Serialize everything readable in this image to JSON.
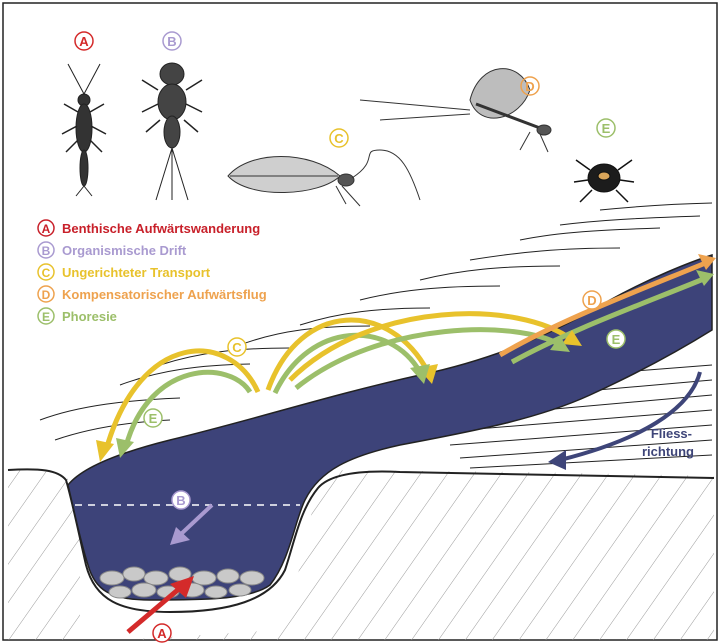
{
  "insects": {
    "a": {
      "letter": "A",
      "color": "#d42a2a"
    },
    "b": {
      "letter": "B",
      "color": "#a99ad0"
    },
    "c": {
      "letter": "C",
      "color": "#e8c22c"
    },
    "d": {
      "letter": "D",
      "color": "#eea24e"
    },
    "e": {
      "letter": "E",
      "color": "#9cbf6a"
    }
  },
  "legend": [
    {
      "letter": "A",
      "text": "Benthische Aufwärtswanderung",
      "color": "#c8202a"
    },
    {
      "letter": "B",
      "text": "Organismische Drift",
      "color": "#a99ad0"
    },
    {
      "letter": "C",
      "text": "Ungerichteter Transport",
      "color": "#e8c22c"
    },
    {
      "letter": "D",
      "text": "Kompensatorischer Aufwärtsflug",
      "color": "#eea24e"
    },
    {
      "letter": "E",
      "text": "Phoresie",
      "color": "#9cbf6a"
    }
  ],
  "flow_label": {
    "line1": "Fliess-",
    "line2": "richtung",
    "color": "#3e4579"
  },
  "colors": {
    "water": "#3d4379",
    "drift_arrow": "#a99ad0",
    "benthic_arrow": "#d42a2a",
    "transport_arrow": "#e8c22c",
    "phoresy_arrow": "#9cbf6a",
    "flight_arrow": "#eea24e"
  }
}
